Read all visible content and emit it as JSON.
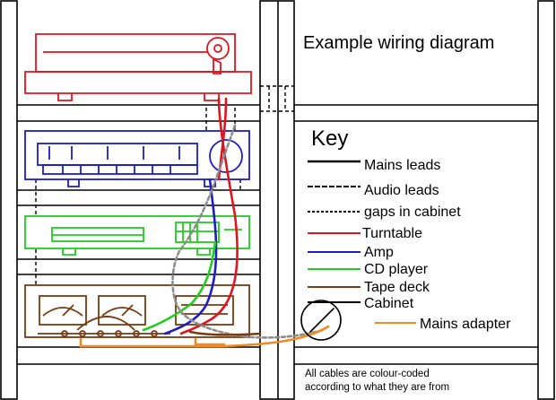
{
  "title": "Example wiring diagram",
  "key": {
    "heading": "Key",
    "items": [
      {
        "label": "Mains leads",
        "style": "solid",
        "color": "#000000"
      },
      {
        "label": "Audio leads",
        "style": "dashed",
        "color": "#000000"
      },
      {
        "label": "gaps in cabinet",
        "style": "dotted",
        "color": "#000000"
      },
      {
        "label": "Turntable",
        "style": "solid",
        "color": "#e0141e"
      },
      {
        "label": "Amp",
        "style": "solid",
        "color": "#1c1cc8"
      },
      {
        "label": "CD player",
        "style": "solid",
        "color": "#1fce20"
      },
      {
        "label": "Tape deck",
        "style": "solid",
        "color": "#7a3a12"
      },
      {
        "label": "Cabinet",
        "style": "solid",
        "color": "#000000"
      },
      {
        "label": "Mains adapter",
        "style": "solid",
        "color": "#f08a24"
      }
    ]
  },
  "footnote": [
    "All cables are colour-coded",
    "according to what they are from"
  ],
  "colors": {
    "turntable": "#e0141e",
    "amp": "#1c1cc8",
    "cd_player": "#1fce20",
    "tape_deck": "#7a3a12",
    "mains_adapter": "#f08a24",
    "gap_cable": "#8c8c8c",
    "cabinet": "#000000"
  }
}
